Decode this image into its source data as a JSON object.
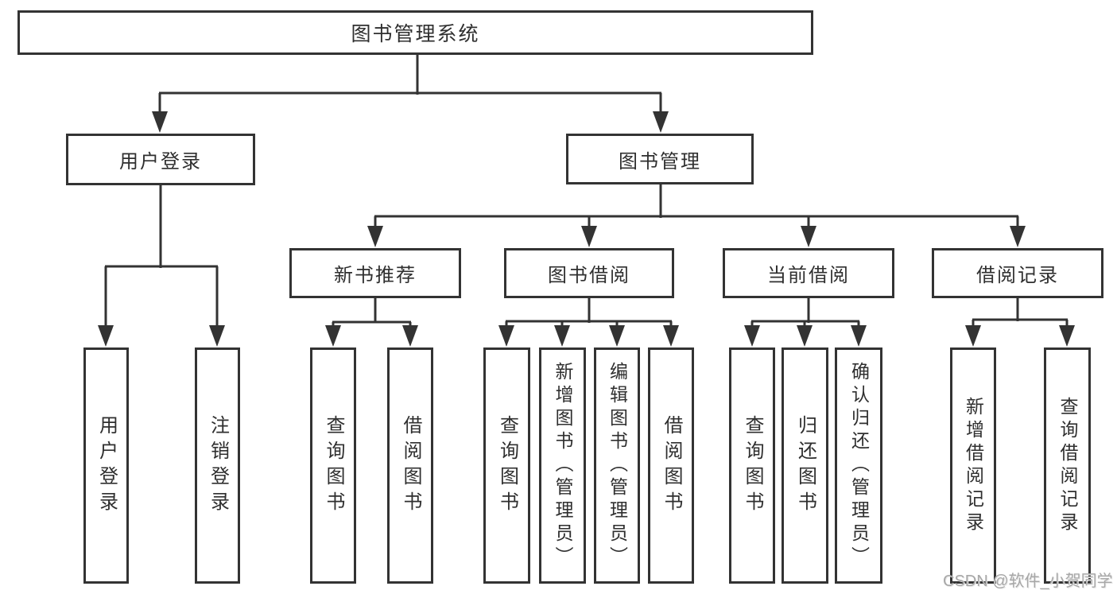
{
  "page": {
    "background": "#ffffff"
  },
  "colors": {
    "line": "#333333",
    "box_border": "#333333",
    "box_bg": "#ffffff",
    "text": "#2f2f2f",
    "watermark": "#a8a8a8"
  },
  "watermark": {
    "text": "CSDN @软件_小贺同学"
  },
  "diagram": {
    "root": {
      "label": "图书管理系统"
    },
    "branches": {
      "user_login": {
        "label": "用户登录",
        "children": {
          "login": {
            "label": "用户登录"
          },
          "logout": {
            "label": "注销登录"
          }
        }
      },
      "book_mgmt": {
        "label": "图书管理",
        "sections": {
          "new_book_rec": {
            "label": "新书推荐",
            "children": {
              "query_books": {
                "label": "查询图书"
              },
              "borrow_books": {
                "label": "借阅图书"
              }
            }
          },
          "book_borrow": {
            "label": "图书借阅",
            "children": {
              "query_books": {
                "label": "查询图书"
              },
              "add_books": {
                "label": "新增图书（管理员）"
              },
              "edit_books": {
                "label": "编辑图书（管理员）"
              },
              "borrow_books": {
                "label": "借阅图书"
              }
            }
          },
          "current_borrow": {
            "label": "当前借阅",
            "children": {
              "query_books": {
                "label": "查询图书"
              },
              "return_books": {
                "label": "归还图书"
              },
              "confirm_return": {
                "label": "确认归还（管理员）"
              }
            }
          },
          "borrow_records": {
            "label": "借阅记录",
            "children": {
              "add_record": {
                "label": "新增借阅记录"
              },
              "query_record": {
                "label": "查询借阅记录"
              }
            }
          }
        }
      }
    }
  }
}
